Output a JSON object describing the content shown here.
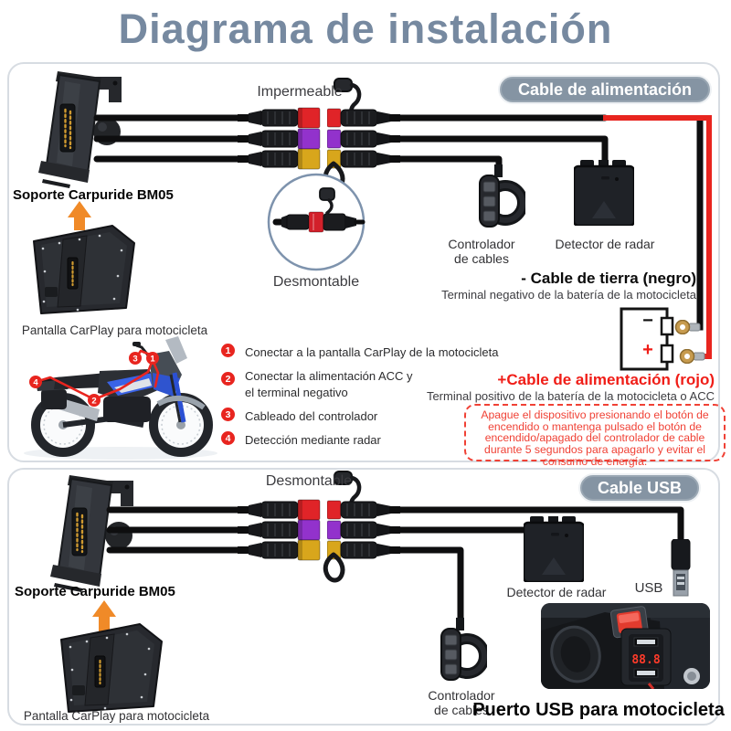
{
  "title": "Diagrama de instalación",
  "colors": {
    "title_blue": "#7689a0",
    "badge_bg": "#8594a3",
    "connector_red": "#e02428",
    "connector_purple": "#9232cc",
    "connector_yellow": "#d8a61c",
    "wire_red": "#e8251f",
    "warning_red": "#f04135",
    "arrow_orange": "#f08a28"
  },
  "panel_power": {
    "badge": "Cable de alimentación",
    "impermeable": "Impermeable",
    "mount_label": "Soporte Carpuride BM05",
    "screen_label": "Pantalla CarPlay para motocicleta",
    "inset_label": "Desmontable",
    "controller_lines": [
      "Controlador",
      "de cables"
    ],
    "radar_label": "Detector de radar",
    "battery": {
      "minus": "−",
      "plus": "+"
    },
    "ground_title": "- Cable de tierra (negro)",
    "ground_sub": "Terminal negativo de la batería de la motocicleta",
    "power_title": "+Cable de alimentación (rojo)",
    "power_sub": "Terminal positivo de la batería de la motocicleta o ACC",
    "warning": "Apague el dispositivo presionando el botón de encendido o mantenga pulsado el botón de encendido/apagado del controlador de cable durante 5 segundos para apagarlo y evitar el consumo de energía.",
    "steps": [
      {
        "num": "1",
        "text": "Conectar a la pantalla CarPlay de la motocicleta"
      },
      {
        "num": "2",
        "text": "Conectar la alimentación ACC y el terminal negativo"
      },
      {
        "num": "3",
        "text": "Cableado del controlador"
      },
      {
        "num": "4",
        "text": "Detección mediante radar"
      }
    ]
  },
  "panel_usb": {
    "badge": "Cable USB",
    "detach_label": "Desmontable",
    "mount_label": "Soporte Carpuride BM05",
    "screen_label": "Pantalla CarPlay para motocicleta",
    "radar_label": "Detector de radar",
    "usb_label": "USB",
    "controller_lines": [
      "Controlador",
      "de cables"
    ],
    "photo_led": "88.8",
    "usb_port_label": "Puerto USB para motocicleta"
  }
}
